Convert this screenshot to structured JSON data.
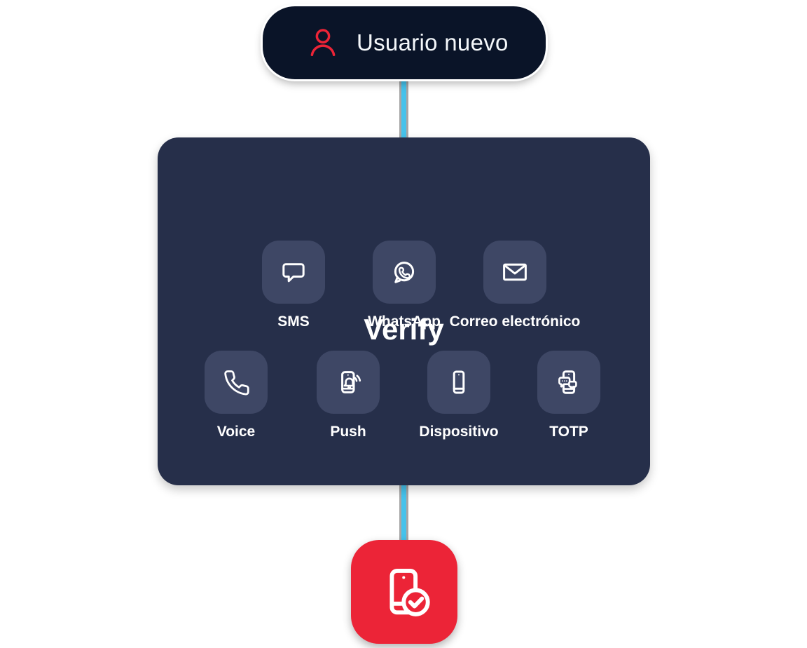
{
  "colors": {
    "background": "#ffffff",
    "node_dark_navy": "#0a1428",
    "card_navy": "#262f4a",
    "tile_navy": "#3e4765",
    "accent_red": "#ec2437",
    "connector_cyan": "#45c2eb",
    "connector_shadow_gray": "#a6a6a6",
    "text_white": "#ffffff"
  },
  "start_node": {
    "label": "Usuario nuevo",
    "icon": "user-icon"
  },
  "verify": {
    "title": "Verify",
    "channels": [
      {
        "label": "SMS",
        "icon": "sms-chat-icon",
        "row": 1
      },
      {
        "label": "WhatsApp",
        "icon": "whatsapp-icon",
        "row": 1
      },
      {
        "label": "Correo electrónico",
        "icon": "email-icon",
        "row": 1
      },
      {
        "label": "Voice",
        "icon": "voice-call-icon",
        "row": 2
      },
      {
        "label": "Push",
        "icon": "push-notification-icon",
        "row": 2
      },
      {
        "label": "Dispositivo",
        "icon": "device-icon",
        "row": 2
      },
      {
        "label": "TOTP",
        "icon": "totp-icon",
        "row": 2
      }
    ]
  },
  "end_node": {
    "icon": "verified-device-icon"
  }
}
